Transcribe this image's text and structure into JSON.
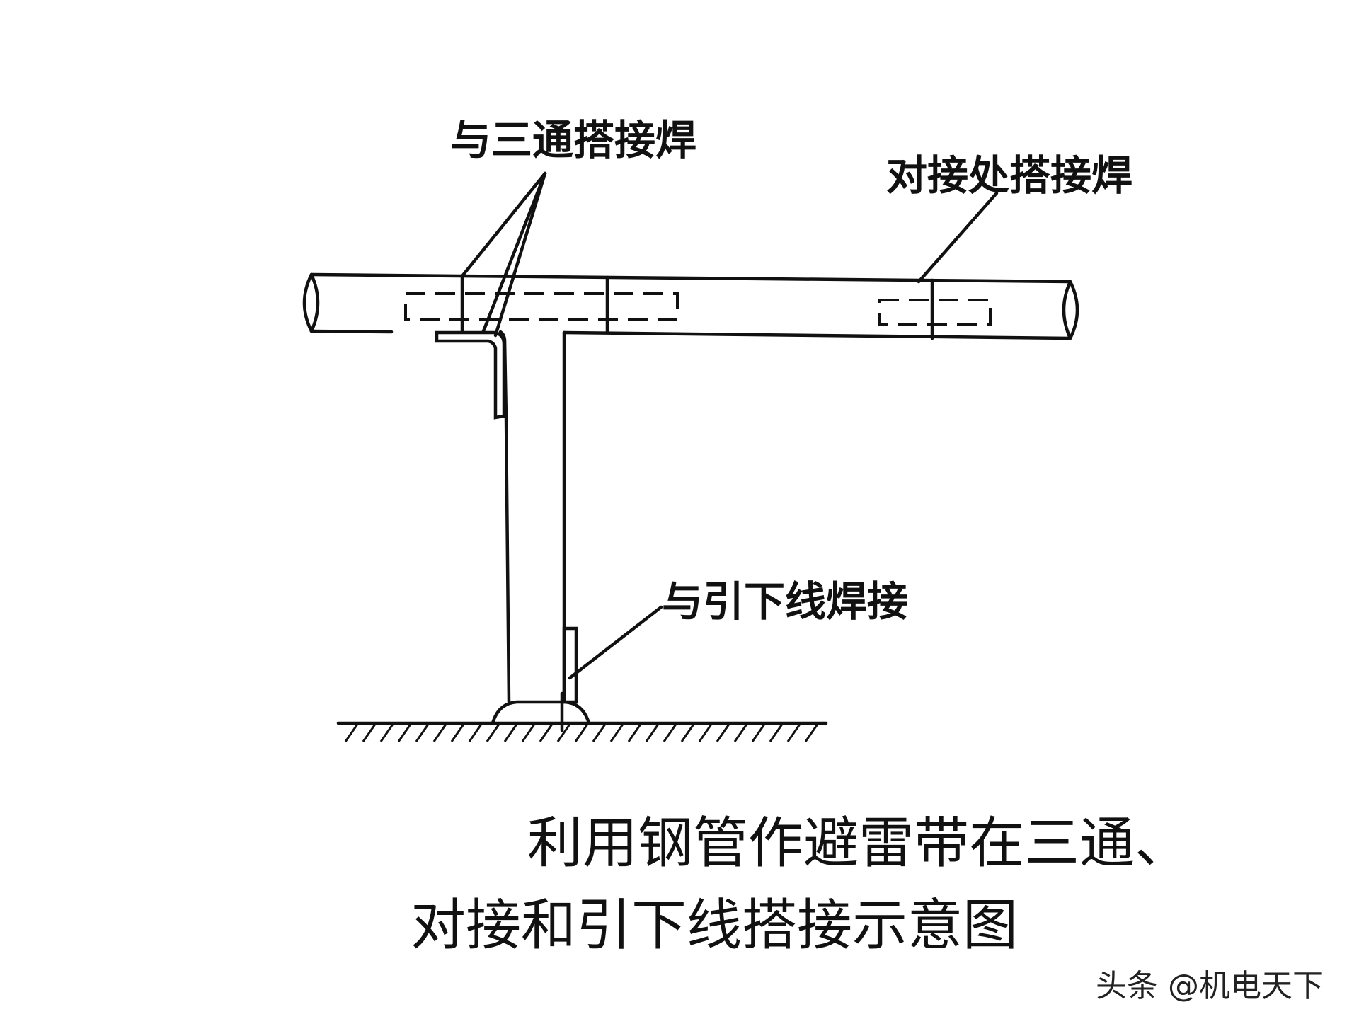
{
  "labels": {
    "tee_lap_weld": "与三通搭接焊",
    "butt_lap_weld": "对接处搭接焊",
    "downlead_weld": "与引下线焊接"
  },
  "caption": {
    "line1": "利用钢管作避雷带在三通、",
    "line2": "对接和引下线搭接示意图"
  },
  "watermark": "头条 @机电天下"
}
